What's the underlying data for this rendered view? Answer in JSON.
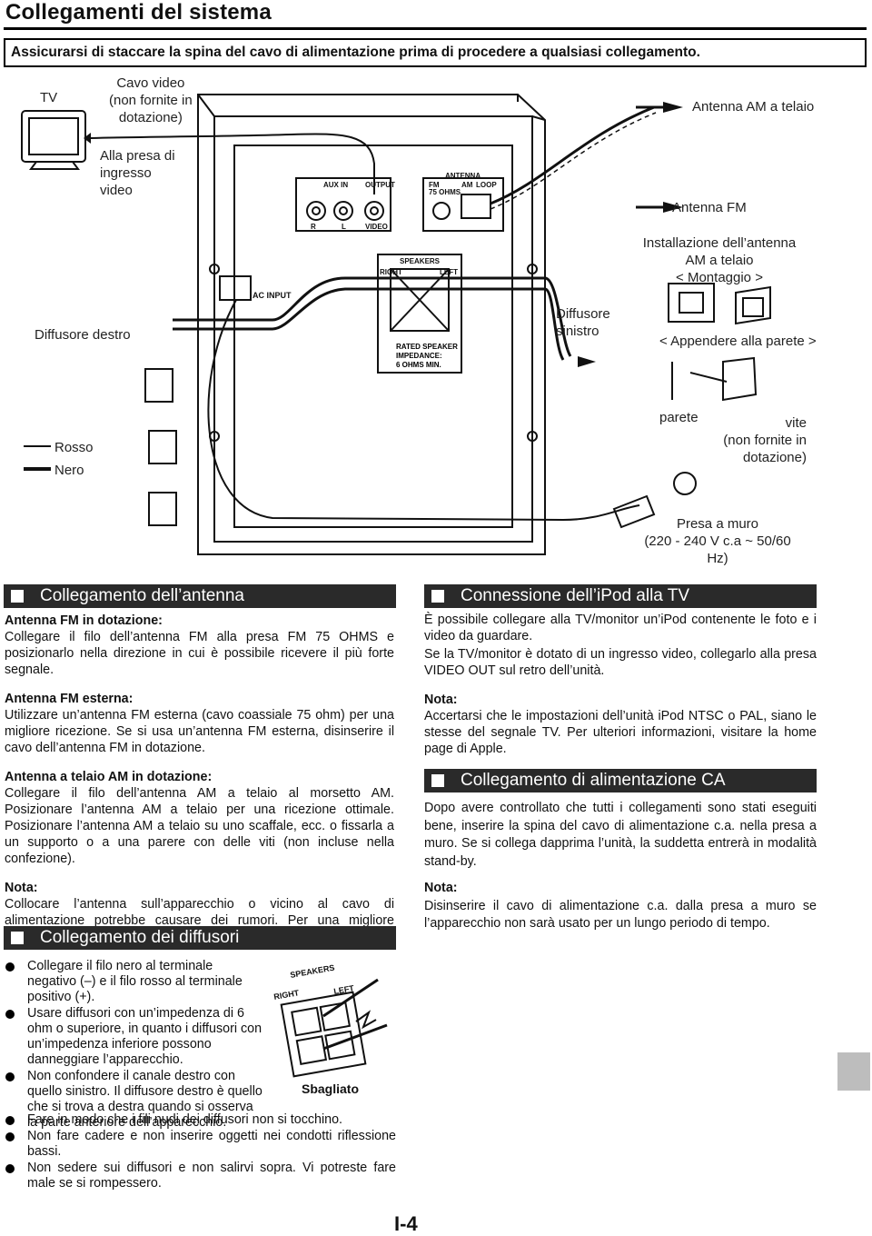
{
  "title": "Collegamenti del sistema",
  "warning": "Assicurarsi di staccare la spina del cavo di alimentazione prima di procedere a qualsiasi collegamento.",
  "diagram": {
    "tv": "TV",
    "video_cable": "Cavo video\n(non fornite in\ndotazione)",
    "video_input": "Alla presa di\ningresso\nvideo",
    "am_antenna": "Antenna AM a telaio",
    "fm_antenna": "Antenna FM",
    "install_am": "Installazione dell’antenna\nAM a telaio\n< Montaggio >",
    "hang_wall": "< Appendere alla parete >",
    "speaker_right": "Diffusore destro",
    "speaker_left": "Diffusore\nsinistro",
    "red": "Rosso",
    "black": "Nero",
    "wall": "parete",
    "screw": "vite\n(non fornite in dotazione)",
    "outlet": "Presa a muro\n(220 - 240 V c.a ~ 50/60 Hz)",
    "panel": {
      "aux_in": "AUX IN",
      "output": "OUTPUT",
      "r": "R",
      "l": "L",
      "video": "VIDEO",
      "antenna": "ANTENNA",
      "fm": "FM",
      "am": "AM",
      "loop": "LOOP",
      "ohms": "75  OHMS",
      "speakers": "SPEAKERS",
      "right": "RIGHT",
      "left": "LEFT",
      "rated": "RATED SPEAKER\nIMPEDANCE:\n6 OHMS MIN.",
      "ac_input": "AC  INPUT"
    }
  },
  "antenna_section": {
    "heading": "Collegamento dell’antenna",
    "fm_supplied_title": "Antenna FM in dotazione:",
    "fm_supplied_text": "Collegare il filo dell’antenna FM alla presa FM 75 OHMS e posizionarlo nella direzione in cui è possibile ricevere il più forte segnale.",
    "fm_external_title": "Antenna FM esterna:",
    "fm_external_text": "Utilizzare un’antenna FM esterna (cavo coassiale 75 ohm) per una migliore ricezione. Se si usa un’antenna FM esterna, disinserire il cavo dell’antenna FM in dotazione.",
    "am_title": "Antenna a telaio AM in dotazione:",
    "am_text": "Collegare il filo dell’antenna AM a telaio al morsetto AM. Posizionare l’antenna AM a telaio per una ricezione ottimale. Posizionare l’antenna AM a telaio su uno scaffale, ecc. o fissarla a un supporto o a una parere con delle viti (non incluse nella confezione).",
    "note_title": "Nota:",
    "note_text": "Collocare l’antenna sull’apparecchio o vicino al cavo di alimentazione potrebbe causare dei rumori. Per una migliore ricezione collocare l’antenna lontano dall’apparecchio."
  },
  "speaker_section": {
    "heading": "Collegamento dei diffusori",
    "bullets": [
      "Collegare il filo nero al terminale negativo (–) e il filo rosso al terminale positivo (+).",
      "Usare diffusori con un’impedenza di 6 ohm o superiore, in quanto i diffusori con un’impedenza inferiore possono danneggiare l’apparecchio.",
      "Non confondere il canale destro con quello sinistro. Il diffusore destro è quello che si trova a destra quando si osserva la parte anteriore dell’apparecchio.",
      "Fare in modo che i fili nudi dei diffusori non si tocchino.",
      "Non fare cadere e non inserire oggetti nei condotti riflessione bassi.",
      "Non sedere sui diffusori e non salirvi sopra. Vi potreste fare male se si rompessero."
    ],
    "wrong_label": "Sbagliato",
    "fig_speakers": "SPEAKERS",
    "fig_right": "RIGHT",
    "fig_left": "LEFT"
  },
  "ipod_section": {
    "heading": "Connessione dell’iPod alla TV",
    "p1": "È possibile collegare alla TV/monitor un’iPod contenente le foto e i video da guardare.",
    "p2": "Se la TV/monitor è dotato di un ingresso video, collegarlo alla presa VIDEO OUT sul retro dell’unità.",
    "note_title": "Nota:",
    "note_text": "Accertarsi che le impostazioni dell’unità iPod NTSC o PAL, siano le stesse del segnale TV. Per ulteriori informazioni, visitare la home page di Apple."
  },
  "power_section": {
    "heading": "Collegamento di alimentazione CA",
    "p1": "Dopo avere controllato che tutti i collegamenti sono stati eseguiti bene, inserire la spina del cavo di alimentazione c.a. nella presa a muro. Se si collega dapprima l’unità, la suddetta entrerà in modalità stand-by.",
    "note_title": "Nota:",
    "note_text": "Disinserire il cavo di alimentazione c.a. dalla presa a muro se l’apparecchio non sarà usato per un lungo periodo di tempo."
  },
  "page_number": "I-4"
}
